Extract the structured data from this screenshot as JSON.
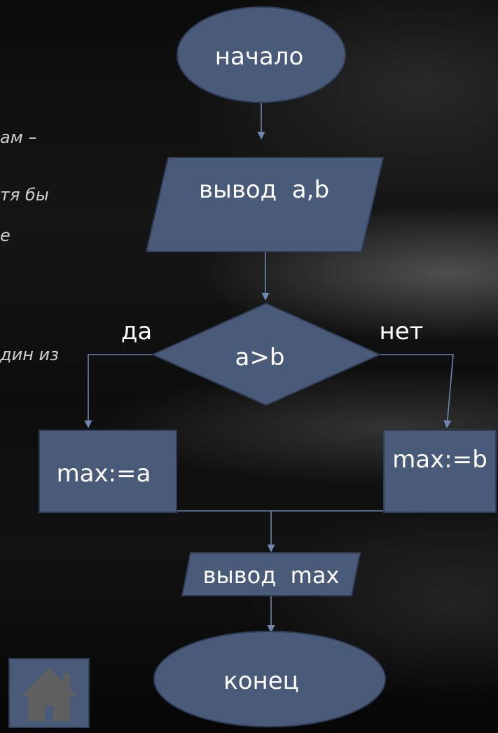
{
  "side_text": [
    "ам –",
    "тя бы",
    "е",
    "дин из"
  ],
  "flowchart": {
    "start": "начало",
    "input": "вывод  a,b",
    "condition": "a>b",
    "yes_label": "да",
    "no_label": "нет",
    "yes_action": "max:=a",
    "no_action": "max:=b",
    "output": "вывод  max",
    "end": "конец"
  },
  "home_button": {
    "icon": "home-icon"
  },
  "colors": {
    "shape_fill": "#4a5b79",
    "shape_stroke": "#2f3d57",
    "connector": "#6f86ad",
    "text": "#ffffff"
  }
}
